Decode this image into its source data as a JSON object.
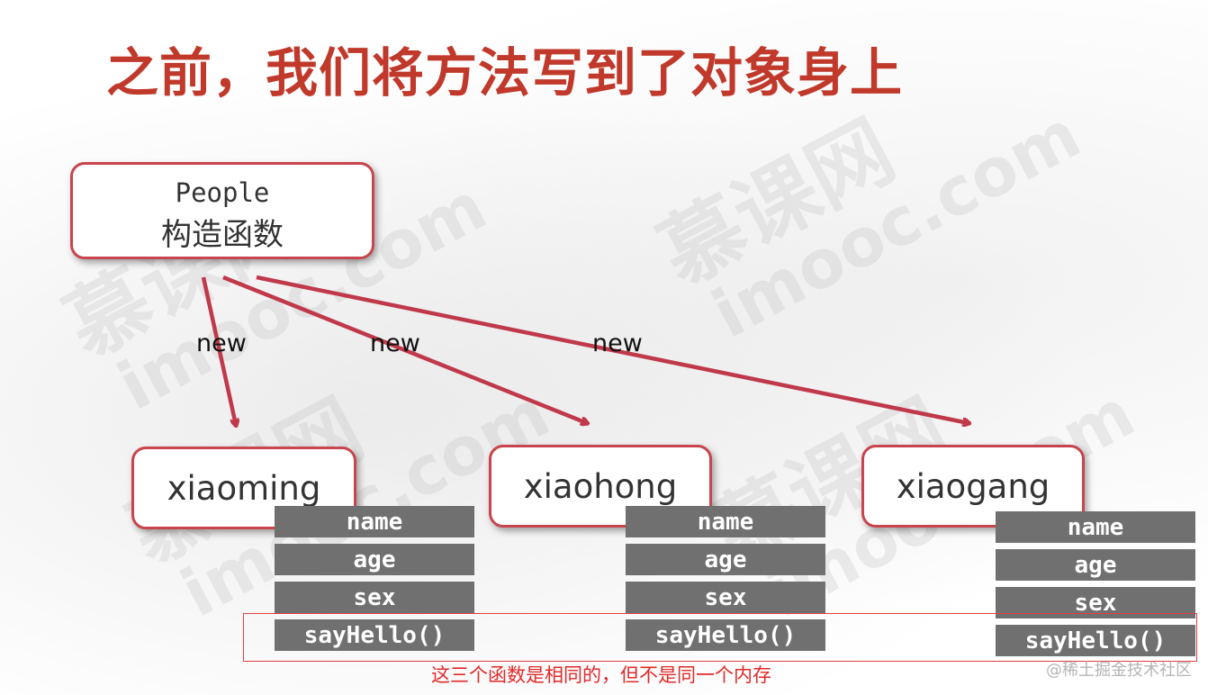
{
  "title": "之前，我们将方法写到了对象身上",
  "constructor_box": {
    "line1": "People",
    "line2": "构造函数"
  },
  "arrows": [
    {
      "label": "new",
      "target": "xiaoming"
    },
    {
      "label": "new",
      "target": "xiaohong"
    },
    {
      "label": "new",
      "target": "xiaogang"
    }
  ],
  "objects": [
    {
      "name": "xiaoming",
      "props": [
        "name",
        "age",
        "sex",
        "sayHello()"
      ]
    },
    {
      "name": "xiaohong",
      "props": [
        "name",
        "age",
        "sex",
        "sayHello()"
      ]
    },
    {
      "name": "xiaogang",
      "props": [
        "name",
        "age",
        "sex",
        "sayHello()"
      ]
    }
  ],
  "note": "这三个函数是相同的，但不是同一个内存",
  "credit": "@稀土掘金技术社区",
  "watermark": {
    "cn": "慕课网",
    "en": "imooc.com"
  },
  "colors": {
    "title": "#c0392b",
    "box_border": "#c8454d",
    "arrow": "#c0394a",
    "prop_bg": "#707070",
    "note": "#e02a2a"
  }
}
